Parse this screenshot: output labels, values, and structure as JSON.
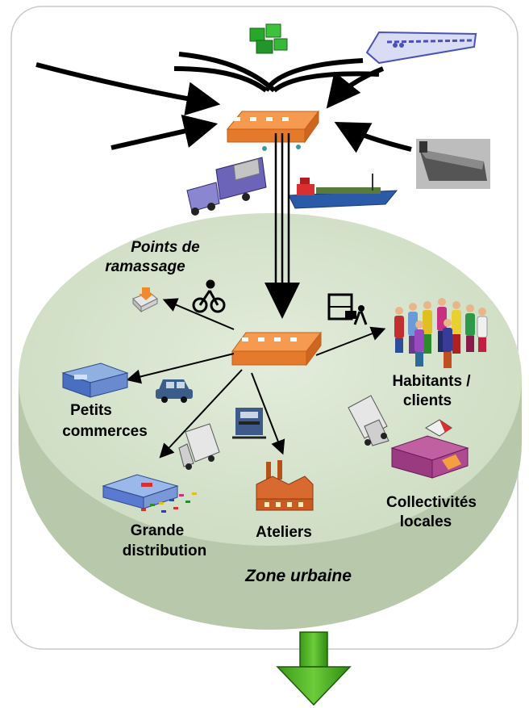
{
  "labels": {
    "points_line1": "Points de",
    "points_line2": "ramassage",
    "habitants_line1": "Habitants /",
    "habitants_line2": "clients",
    "petits_line1": "Petits",
    "petits_line2": "commerces",
    "collect_line1": "Collectivités",
    "collect_line2": "locales",
    "grande_line1": "Grande",
    "grande_line2": "distribution",
    "ateliers": "Ateliers",
    "zone": "Zone urbaine"
  },
  "icons": [
    "packages-icon",
    "train-icon",
    "truck-icon",
    "cargo-ship-icon",
    "tanker-ship-icon",
    "warehouse-icon",
    "bicycle-icon",
    "pickup-point-icon",
    "loading-worker-icon",
    "people-group-icon",
    "car-icon",
    "shop-icon",
    "van-icon",
    "locomotive-icon",
    "supermarket-icon",
    "factory-icon",
    "town-hall-icon",
    "down-arrow-icon"
  ],
  "colors": {
    "zone_fill": "#d7e3cf",
    "zone_edge": "#b9c9ae",
    "warehouse": "#f08a3c",
    "green_arrow": "#4caf23",
    "frame_border": "#c8c8c8"
  }
}
